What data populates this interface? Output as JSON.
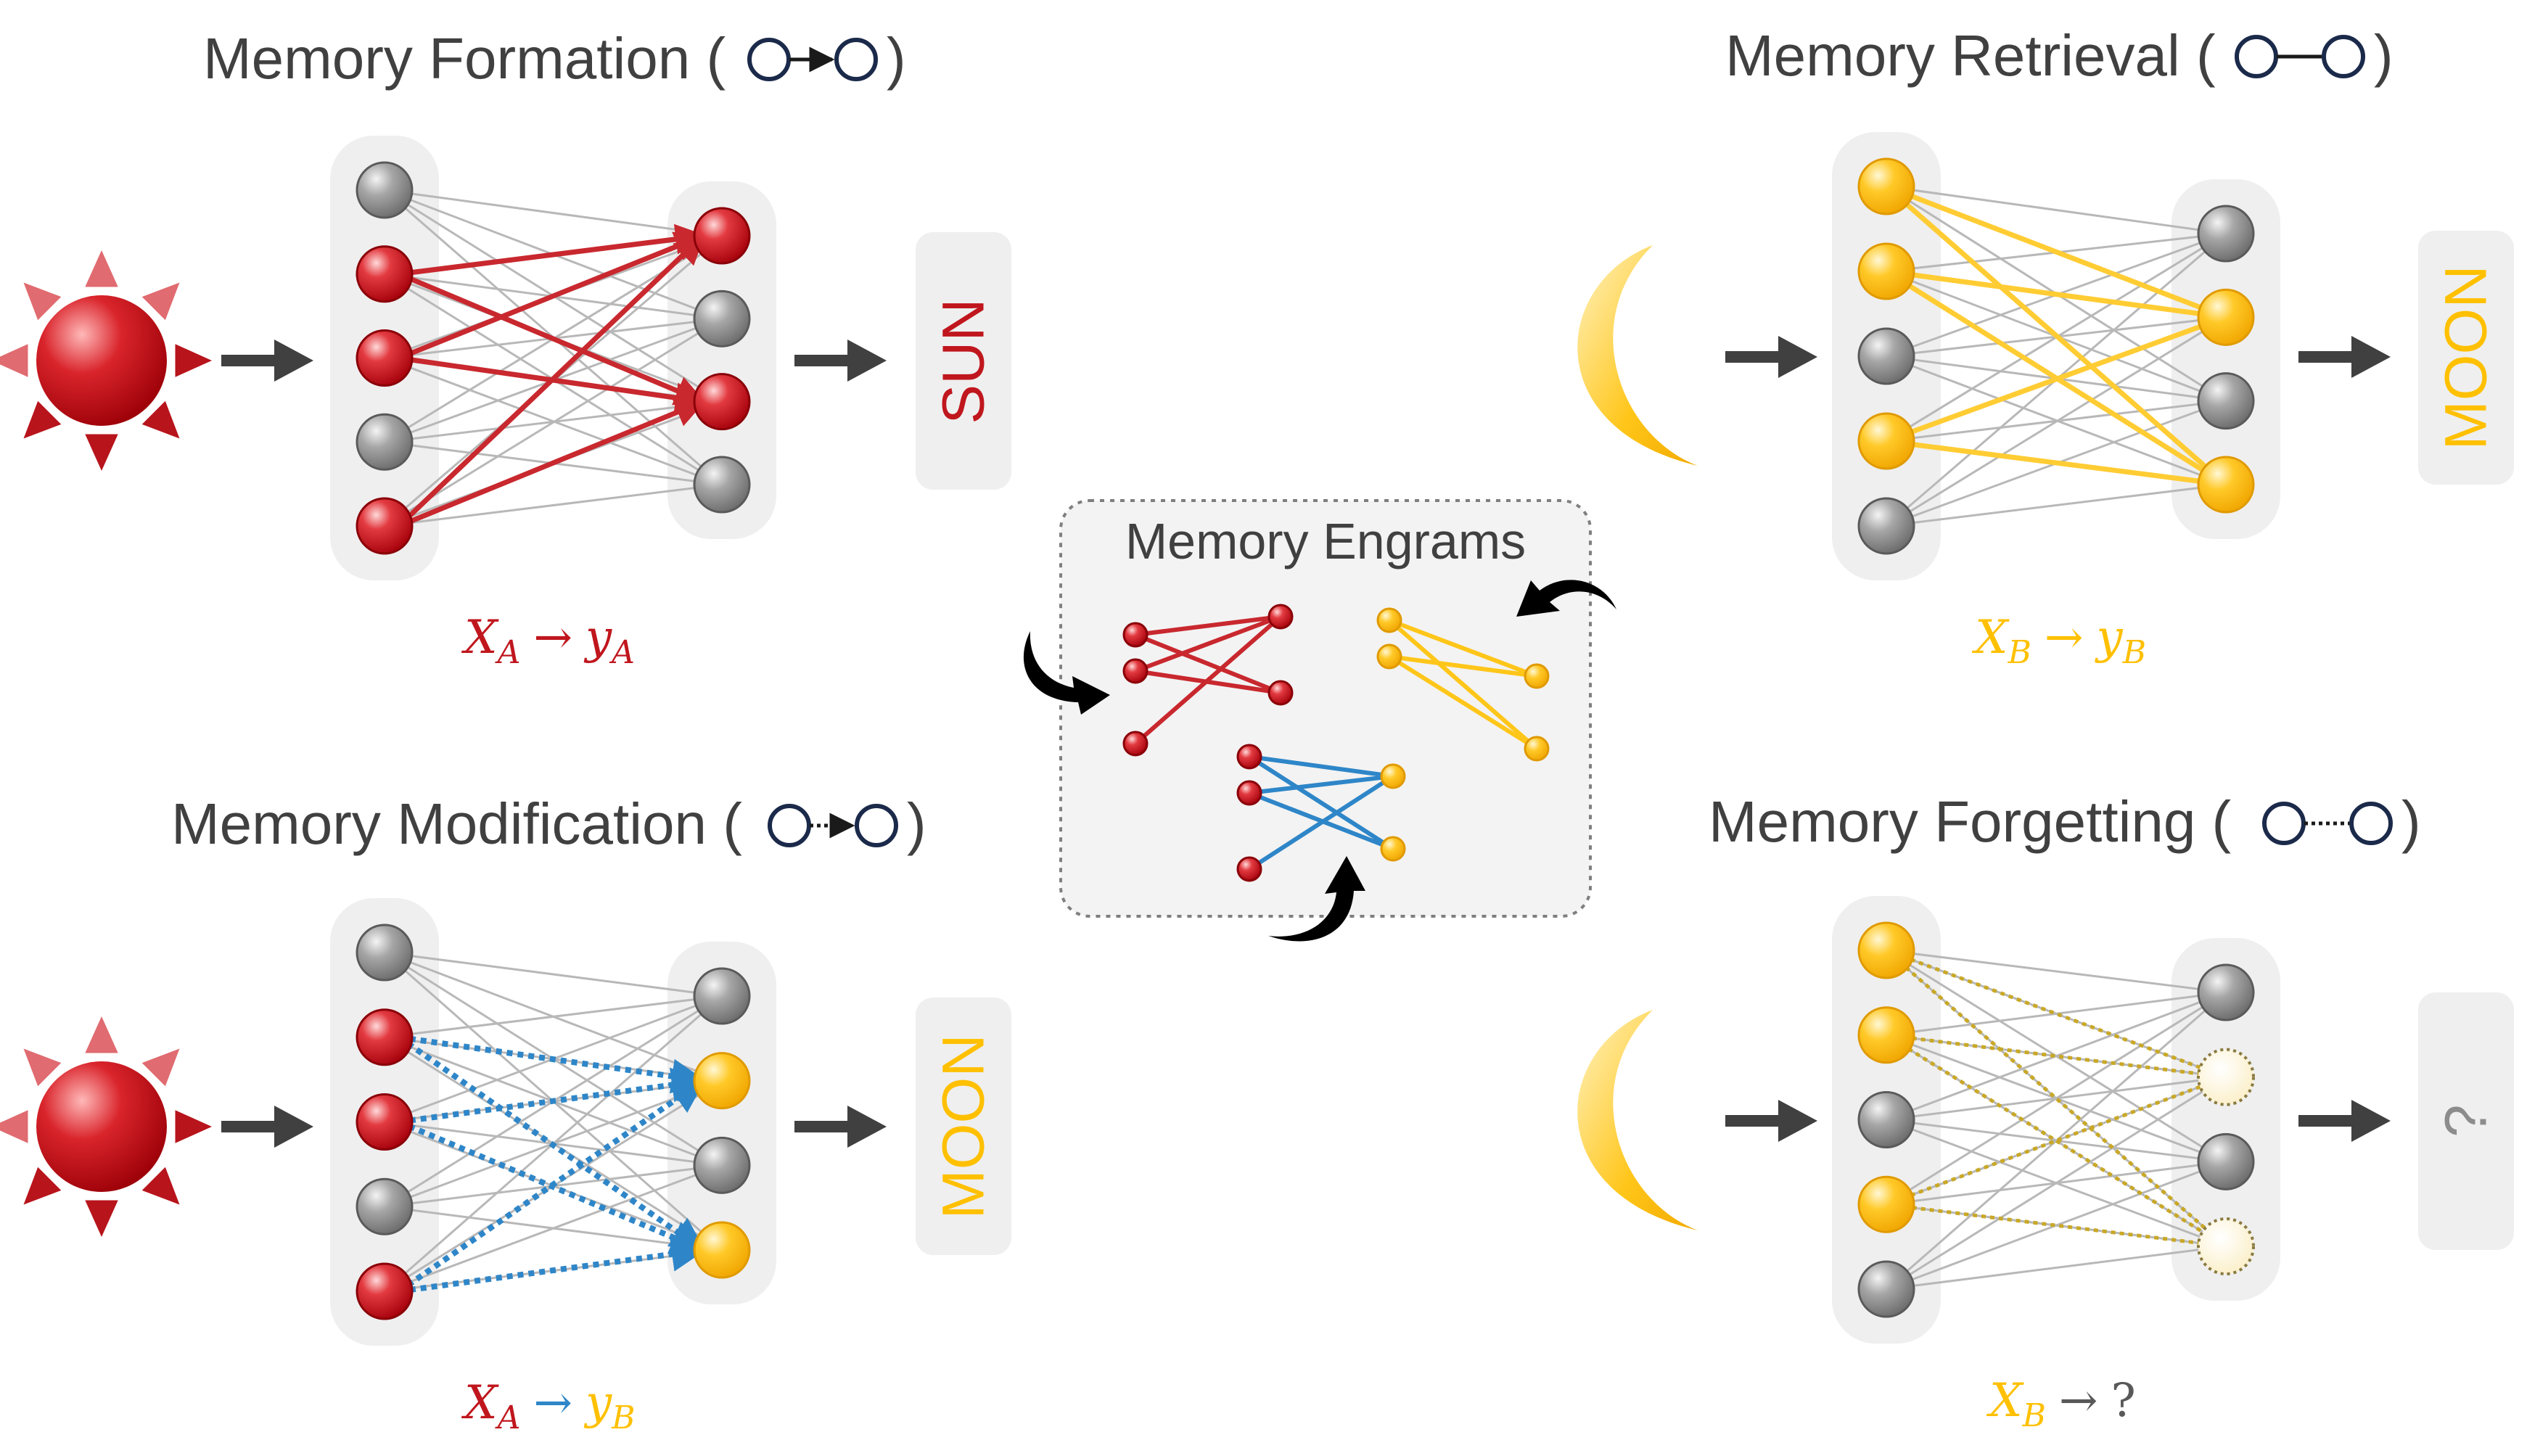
{
  "panels": {
    "formation": {
      "title": "Memory Formation (",
      "title_end": ")",
      "output": "SUN",
      "formula": {
        "x": "X",
        "x_sub": "A",
        "arrow": "→",
        "y": "y",
        "y_sub": "A"
      }
    },
    "retrieval": {
      "title": "Memory Retrieval (",
      "title_end": ")",
      "output": "MOON",
      "formula": {
        "x": "X",
        "x_sub": "B",
        "arrow": "→",
        "y": "y",
        "y_sub": "B"
      }
    },
    "modification": {
      "title": "Memory Modification (",
      "title_end": ")",
      "output": "MOON",
      "formula": {
        "x": "X",
        "x_sub": "A",
        "arrow": "→",
        "y": "y",
        "y_sub": "B"
      }
    },
    "forgetting": {
      "title": "Memory Forgetting (",
      "title_end": ")",
      "output": "?",
      "formula": {
        "x": "X",
        "x_sub": "B",
        "arrow": "→",
        "y": "?"
      }
    }
  },
  "engrams": {
    "title": "Memory Engrams"
  },
  "colors": {
    "red": "#c0161d",
    "yellow": "#ffc000",
    "blue": "#2e86c8",
    "gray_node": "#8c8c8c",
    "panel_bg": "#efefef",
    "text": "#404040",
    "arrow": "#404040",
    "navy": "#1b2a4a"
  },
  "icons": [
    "sun-icon",
    "moon-icon",
    "right-arrow-icon",
    "curved-arrow-icon"
  ]
}
